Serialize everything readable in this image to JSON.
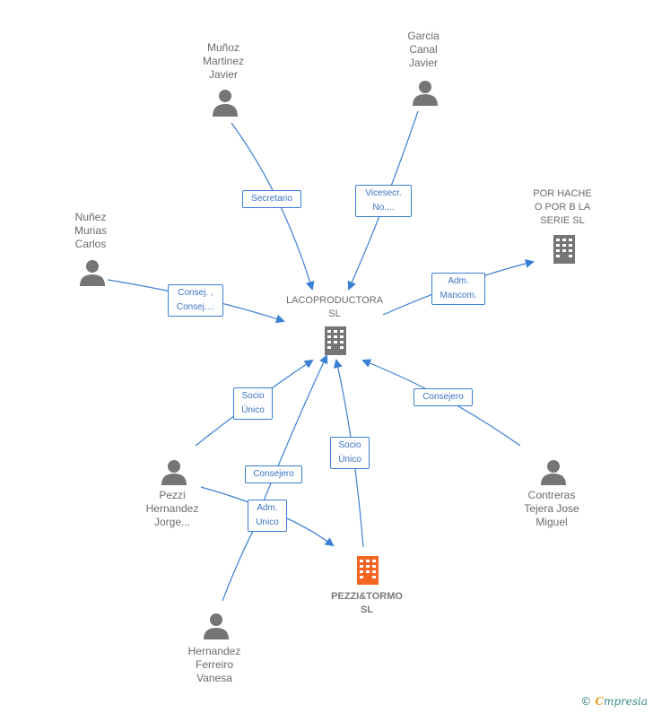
{
  "nodes": {
    "munoz": {
      "label": "Muñoz\nMartinez\nJavier"
    },
    "garcia": {
      "label": "Garcia\nCanal\nJavier"
    },
    "nunez": {
      "label": "Nuñez\nMurias\nCarlos"
    },
    "porhache": {
      "label": "POR HACHE\nO POR B LA\nSERIE  SL"
    },
    "lacoproductora": {
      "label": "LACOPRODUCTORA\nSL"
    },
    "pezzi": {
      "label": "Pezzi\nHernandez\nJorge..."
    },
    "contreras": {
      "label": "Contreras\nTejera Jose\nMiguel"
    },
    "pezzitormo": {
      "label": "PEZZI&TORMO\nSL"
    },
    "hernandez": {
      "label": "Hernandez\nFerreiro\nVanesa"
    }
  },
  "edges": {
    "secretario": "Secretario",
    "vicesecr": "Vicesecr.\nNo....",
    "consej": "Consej. ,\nConsej....",
    "admmancom": "Adm.\nMancom.",
    "socio1": "Socio\nÚnico",
    "consejero1": "Consejero",
    "consejero2": "Consejero",
    "socio2": "Socio\nÚnico",
    "admunico": "Adm.\nUnico"
  },
  "colors": {
    "edge": "#3b7fd4",
    "person": "#757575",
    "company": "#757575",
    "focus_company": "#f26522"
  },
  "footer": {
    "copyright": "©",
    "brand_first": "C",
    "brand_rest": "mpresia"
  }
}
